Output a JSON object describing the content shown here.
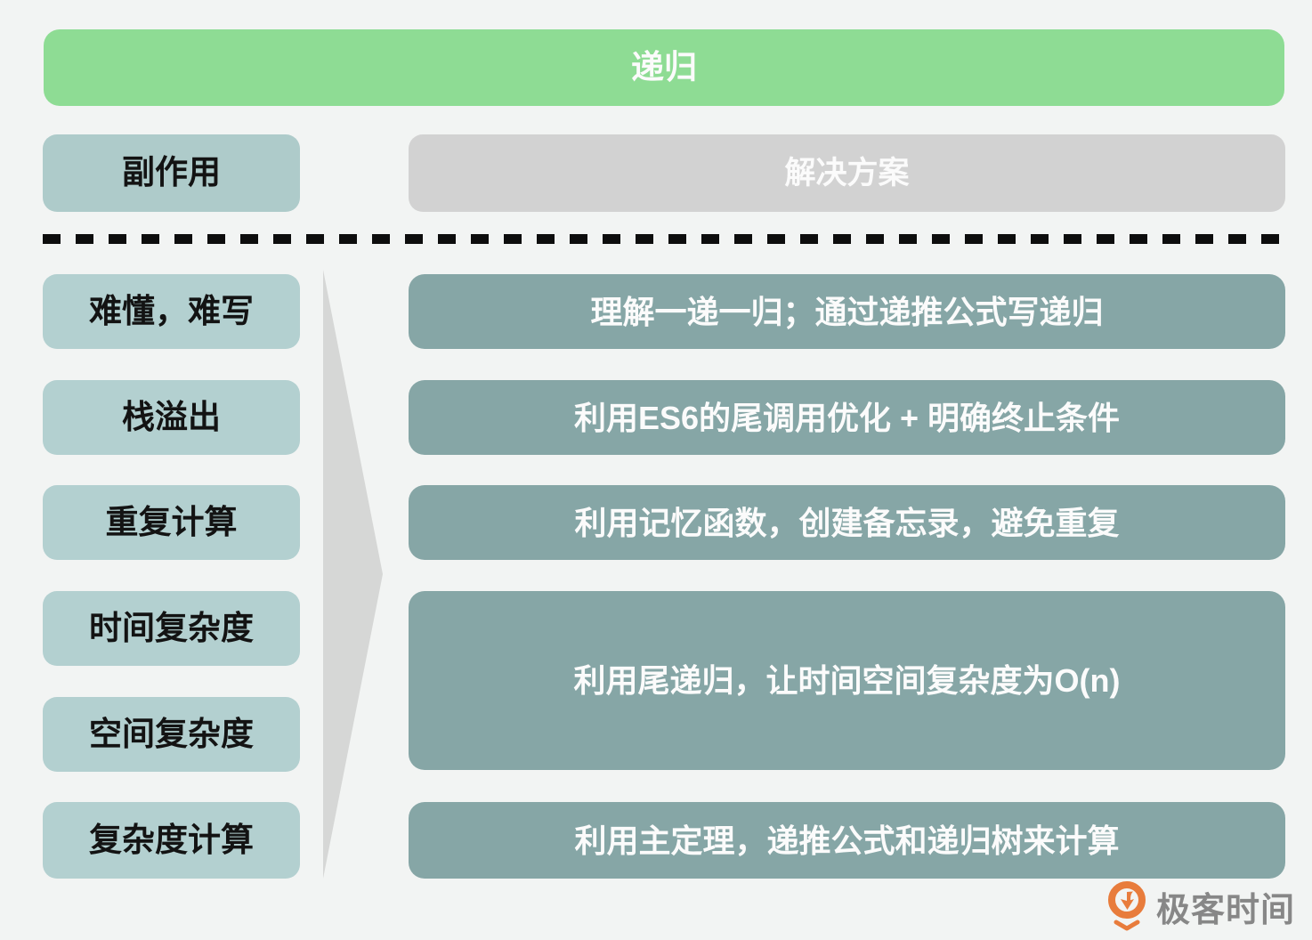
{
  "title": {
    "label": "递归"
  },
  "header": {
    "problem_label": "副作用",
    "solution_label": "解决方案"
  },
  "problems": [
    "难懂，难写",
    "栈溢出",
    "重复计算",
    "时间复杂度",
    "空间复杂度",
    "复杂度计算"
  ],
  "solutions": [
    "理解一递一归；通过递推公式写递归",
    "利用ES6的尾调用优化 + 明确终止条件",
    "利用记忆函数，创建备忘录，避免重复",
    "利用尾递归，让时间空间复杂度为O(n)",
    "利用主定理，递推公式和递归树来计算"
  ],
  "logo": {
    "text": "极客时间"
  },
  "icons": {
    "arrow": "right-arrow",
    "logo": "geektime-circle-arrow"
  },
  "colors": {
    "bg": "#f2f4f3",
    "banner": "#8edc94",
    "left_header": "#aecbca",
    "left_item": "#b3d0d0",
    "right_header": "#d2d2d2",
    "right_item": "#86a6a6",
    "arrow": "#d6d7d6",
    "dash": "#0d0d0d",
    "text_dark": "#131313",
    "text_light": "#fbfbfb",
    "logo_orange": "#e87c3c",
    "logo_text": "#878787"
  }
}
